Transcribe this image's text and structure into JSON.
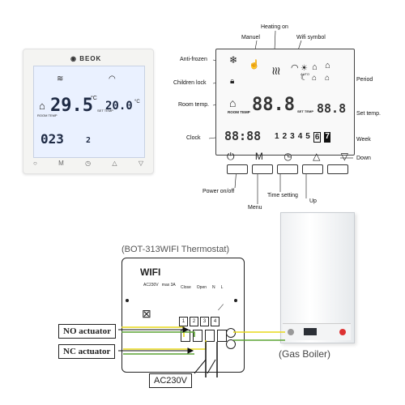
{
  "photo": {
    "brand": "BEOK",
    "room_temp": "29.5",
    "room_unit": "°C",
    "set_temp": "20.0",
    "set_unit": "°C",
    "room_caption": "ROOM TEMP",
    "set_caption": "SET TEMP",
    "clock": "023",
    "day": "2"
  },
  "diagram": {
    "labels": {
      "heating_on": "Heating on",
      "manuel": "Manuel",
      "wifi_symbol": "Wifi symbol",
      "anti_frozen": "Anti-frozen",
      "children_lock": "Children lock",
      "room_temp": "Room temp.",
      "clock": "Clock",
      "period": "Period",
      "set_temp": "Set temp.",
      "week": "Week",
      "down": "Down",
      "power": "Power on/off",
      "menu": "Menu",
      "time_setting": "Time setting",
      "up": "Up"
    },
    "lcd": {
      "room_caption": "ROOM TEMP",
      "set_caption": "SET TEMP",
      "clock_digits": "88:88",
      "room_digits": "88.8",
      "set_digits": "88.8",
      "week_days": [
        "1",
        "2",
        "3",
        "4",
        "5",
        "6",
        "7"
      ],
      "auto_label": "AUTO"
    },
    "buttons": [
      "⏻",
      "M",
      "◷",
      "△",
      "▽"
    ]
  },
  "wiring": {
    "title": "(BOT-313WIFI Thermostat)",
    "wifi_label": "WIFI",
    "spec": "AC230V   max 3A",
    "terminal_labels": [
      "Close",
      "Open",
      "N",
      "L"
    ],
    "terminal_numbers": [
      "1",
      "2",
      "3",
      "4"
    ],
    "no_actuator": "NO actuator",
    "nc_actuator": "NC actuator",
    "power": "AC230V",
    "boiler": "(Gas Boiler)"
  },
  "colors": {
    "wire_yellow": "#e8d81a",
    "wire_green": "#5aa332",
    "lcd_blue": "#e9f0ff",
    "lcd_ink": "#1e2a44"
  }
}
